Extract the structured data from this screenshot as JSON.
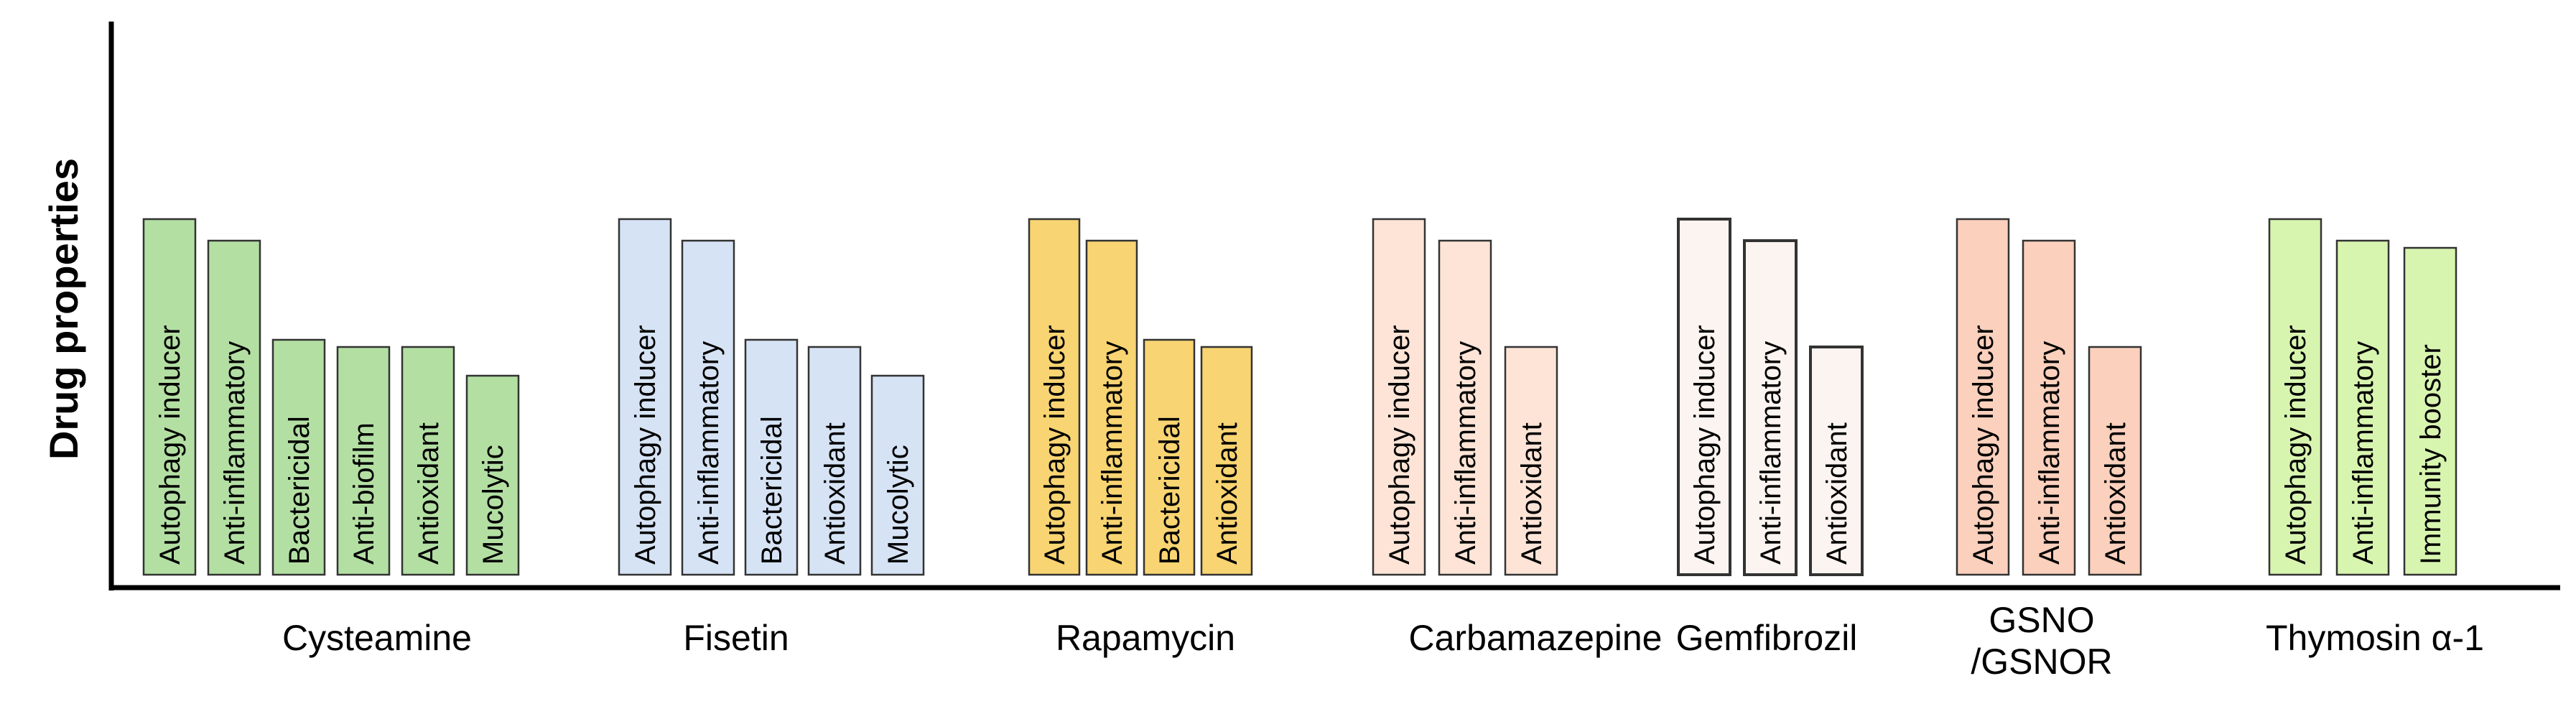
{
  "y_axis_label": "Drug properties",
  "drugs": [
    {
      "name_lines": [
        "Cysteamine"
      ],
      "fill": "#b3dfa3",
      "properties": [
        {
          "label": "Autophagy inducer",
          "level": 1.0
        },
        {
          "label": "Anti-inflammatory",
          "level": 0.94
        },
        {
          "label": "Bactericidal",
          "level": 0.66
        },
        {
          "label": "Anti-biofilm",
          "level": 0.64
        },
        {
          "label": "Antioxidant",
          "level": 0.64
        },
        {
          "label": "Mucolytic",
          "level": 0.56
        }
      ]
    },
    {
      "name_lines": [
        "Fisetin"
      ],
      "fill": "#d6e3f5",
      "properties": [
        {
          "label": "Autophagy inducer",
          "level": 1.0
        },
        {
          "label": "Anti-inflammatory",
          "level": 0.94
        },
        {
          "label": "Bactericidal",
          "level": 0.66
        },
        {
          "label": "Antioxidant",
          "level": 0.64
        },
        {
          "label": "Mucolytic",
          "level": 0.56
        }
      ]
    },
    {
      "name_lines": [
        "Rapamycin"
      ],
      "fill": "#f8d472",
      "properties": [
        {
          "label": "Autophagy inducer",
          "level": 1.0
        },
        {
          "label": "Anti-inflammatory",
          "level": 0.94
        },
        {
          "label": "Bactericidal",
          "level": 0.66
        },
        {
          "label": "Antioxidant",
          "level": 0.64
        }
      ]
    },
    {
      "name_lines": [
        "Carbamazepine"
      ],
      "fill": "#fde4d6",
      "properties": [
        {
          "label": "Autophagy inducer",
          "level": 1.0
        },
        {
          "label": "Anti-inflammatory",
          "level": 0.94
        },
        {
          "label": "Antioxidant",
          "level": 0.64
        }
      ]
    },
    {
      "name_lines": [
        "Gemfibrozil"
      ],
      "fill": "#fbf4f0",
      "properties": [
        {
          "label": "Autophagy inducer",
          "level": 1.0
        },
        {
          "label": "Anti-inflammatory",
          "level": 0.94
        },
        {
          "label": "Antioxidant",
          "level": 0.64
        }
      ]
    },
    {
      "name_lines": [
        "GSNO",
        "/GSNOR"
      ],
      "fill": "#fbd0bc",
      "properties": [
        {
          "label": "Autophagy inducer",
          "level": 1.0
        },
        {
          "label": "Anti-inflammatory",
          "level": 0.94
        },
        {
          "label": "Antioxidant",
          "level": 0.64
        }
      ]
    },
    {
      "name_lines": [
        "Thymosin α-1"
      ],
      "fill": "#d8f5b0",
      "properties": [
        {
          "label": "Autophagy inducer",
          "level": 1.0
        },
        {
          "label": "Anti-inflammatory",
          "level": 0.94
        },
        {
          "label": "Immunity booster",
          "level": 0.92
        }
      ]
    }
  ]
}
